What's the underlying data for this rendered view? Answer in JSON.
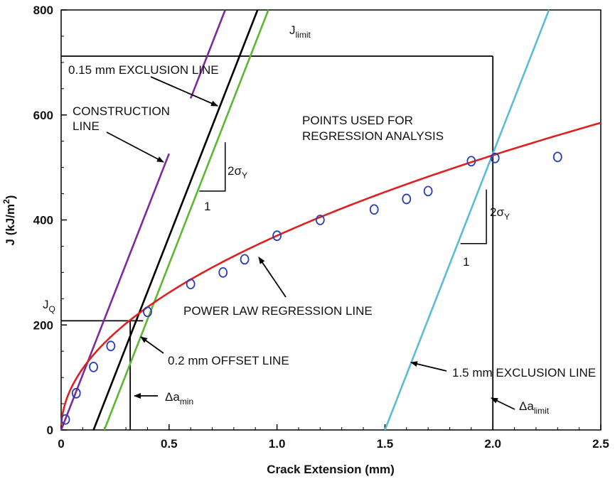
{
  "chart_data": {
    "type": "scatter",
    "xlabel": "Crack Extension (mm)",
    "ylabel_main": "J (kJ/m",
    "ylabel_sup": "2",
    "ylabel_tail": ")",
    "xlim": [
      0,
      2.5
    ],
    "ylim": [
      0,
      800
    ],
    "x_ticks": [
      0,
      0.5,
      1.0,
      1.5,
      2.0,
      2.5
    ],
    "x_tick_labels": [
      "0",
      "0.5",
      "1.0",
      "1.5",
      "2.0",
      "2.5"
    ],
    "y_ticks": [
      0,
      200,
      400,
      600,
      800
    ],
    "y_tick_labels": [
      "0",
      "200",
      "400",
      "600",
      "800"
    ],
    "grid": false,
    "points": [
      {
        "x": 0.02,
        "y": 20
      },
      {
        "x": 0.07,
        "y": 70
      },
      {
        "x": 0.15,
        "y": 120
      },
      {
        "x": 0.23,
        "y": 160
      },
      {
        "x": 0.4,
        "y": 225
      },
      {
        "x": 0.6,
        "y": 278
      },
      {
        "x": 0.75,
        "y": 300
      },
      {
        "x": 0.85,
        "y": 325
      },
      {
        "x": 1.0,
        "y": 370
      },
      {
        "x": 1.2,
        "y": 400
      },
      {
        "x": 1.45,
        "y": 420
      },
      {
        "x": 1.6,
        "y": 440
      },
      {
        "x": 1.7,
        "y": 455
      },
      {
        "x": 1.9,
        "y": 512
      },
      {
        "x": 2.01,
        "y": 518
      },
      {
        "x": 2.3,
        "y": 520
      }
    ],
    "power_law": {
      "C": 370,
      "N": 0.5,
      "xmax": 2.5
    },
    "lines": [
      {
        "name": "construction",
        "color": "#7b2b9b",
        "x1": 0.0,
        "y1": 0,
        "x2": 0.76,
        "y2": 800,
        "segments": [
          [
            0.0,
            0.5
          ],
          [
            0.6,
            0.76
          ]
        ]
      },
      {
        "name": "exclusion-015",
        "color": "#000000",
        "x1": 0.15,
        "y1": 0,
        "x2": 0.91,
        "y2": 800
      },
      {
        "name": "offset-02",
        "color": "#5cb831",
        "x1": 0.2,
        "y1": 0,
        "x2": 0.96,
        "y2": 800
      },
      {
        "name": "exclusion-15",
        "color": "#5bbcd6",
        "x1": 1.5,
        "y1": 0,
        "x2": 2.26,
        "y2": 800
      }
    ],
    "j_limit": 712,
    "delta_a_limit": 2.0,
    "j_q": 208,
    "delta_a_min": 0.32,
    "slope_triangles": [
      {
        "x_left": 0.64,
        "x_right": 0.76,
        "y_top": 548,
        "y_bottom": 455
      },
      {
        "x_left": 1.85,
        "x_right": 1.97,
        "y_top": 458,
        "y_bottom": 355
      }
    ]
  },
  "labels": {
    "j_limit_main": "J",
    "j_limit_sub": "limit",
    "exclusion_015": "0.15 mm EXCLUSION LINE",
    "construction_1": "CONSTRUCTION",
    "construction_2": "LINE",
    "points_used_1": "POINTS USED FOR",
    "points_used_2": "REGRESSION ANALYSIS",
    "two_sigma": "2σ",
    "sigma_sub": "Y",
    "one": "1",
    "power_law": "POWER LAW REGRESSION LINE",
    "jq_main": "J",
    "jq_sub": "Q",
    "offset_02": "0.2 mm OFFSET LINE",
    "delta_a_min_main": "Δa",
    "delta_a_min_sub": "min",
    "exclusion_15": "1.5 mm EXCLUSION LINE",
    "delta_a_limit_main": "Δa",
    "delta_a_limit_sub": "limit"
  },
  "colors": {
    "regression": "#e02020",
    "points": "#2b3fb5",
    "axis": "#000000"
  }
}
